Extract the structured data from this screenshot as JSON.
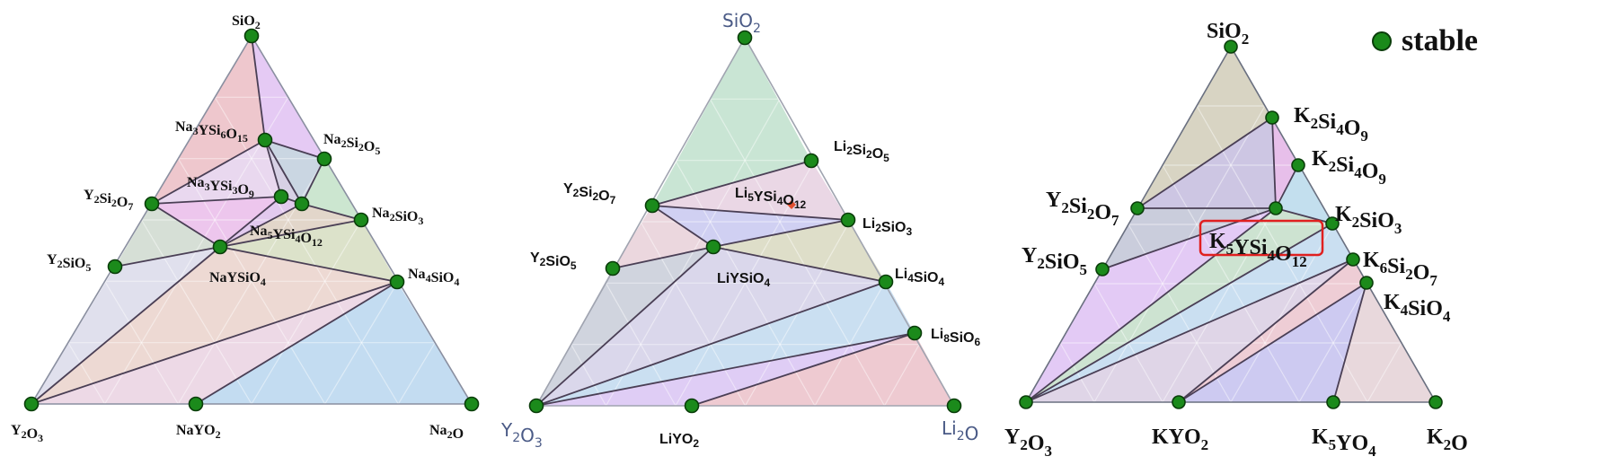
{
  "legend": {
    "label": "stable",
    "marker_color": "#1a8a1a"
  },
  "colors": {
    "edge": "#4a3f55",
    "outline": "#8a8fa0",
    "point_fill": "#1b8a1b",
    "point_stroke": "#0a3d0a",
    "highlight_box": "#e02020",
    "grid": "#ffffff"
  },
  "diagrams": [
    {
      "id": "Na",
      "label_style": "bold",
      "points": [
        {
          "id": "SiO2",
          "label": "SiO₂"
        },
        {
          "id": "Y2O3",
          "label": "Y₂O₃"
        },
        {
          "id": "Na2O",
          "label": "Na₂O"
        },
        {
          "id": "Na2Si2O5",
          "label": "Na₂Si₂O₅"
        },
        {
          "id": "Na2SiO3",
          "label": "Na₂SiO₃"
        },
        {
          "id": "Na4SiO4",
          "label": "Na₄SiO₄"
        },
        {
          "id": "Y2Si2O7",
          "label": "Y₂Si₂O₇"
        },
        {
          "id": "Y2SiO5",
          "label": "Y₂SiO₅"
        },
        {
          "id": "NaYO2",
          "label": "NaYO₂"
        },
        {
          "id": "Na3YSi6O15",
          "label": "Na₃YSi₆O₁₅"
        },
        {
          "id": "Na3YSi3O9",
          "label": "Na₃YSi₃O₉"
        },
        {
          "id": "Na5YSi4O12",
          "label": "Na₅YSi₄O₁₂"
        },
        {
          "id": "NaYSiO4",
          "label": "NaYSiO₄"
        }
      ]
    },
    {
      "id": "Li",
      "label_style": "bold",
      "points": [
        {
          "id": "SiO2",
          "label": "SiO₂"
        },
        {
          "id": "Y2O3",
          "label": "Y₂O₃"
        },
        {
          "id": "Li2O",
          "label": "Li₂O"
        },
        {
          "id": "Li2Si2O5",
          "label": "Li₂Si₂O₅"
        },
        {
          "id": "Li2SiO3",
          "label": "Li₂SiO₃"
        },
        {
          "id": "Li4SiO4",
          "label": "Li₄SiO₄"
        },
        {
          "id": "Li8SiO6",
          "label": "Li₈SiO₆"
        },
        {
          "id": "Y2Si2O7",
          "label": "Y₂Si₂O₇"
        },
        {
          "id": "Y2SiO5",
          "label": "Y₂SiO₅"
        },
        {
          "id": "LiYO2",
          "label": "LiYO₂"
        },
        {
          "id": "LiYSiO4",
          "label": "LiYSiO₄"
        },
        {
          "id": "Li5YSi4O12",
          "label": "Li₅YSi₄O₁₂",
          "unstable": true
        }
      ]
    },
    {
      "id": "K",
      "label_style": "bold",
      "points": [
        {
          "id": "SiO2",
          "label": "SiO₂"
        },
        {
          "id": "Y2O3",
          "label": "Y₂O₃"
        },
        {
          "id": "K2O",
          "label": "K₂O"
        },
        {
          "id": "K2Si4O9a",
          "label": "K₂Si₄O₉"
        },
        {
          "id": "K2Si4O9b",
          "label": "K₂Si₄O₉"
        },
        {
          "id": "K2SiO3",
          "label": "K₂SiO₃"
        },
        {
          "id": "K6Si2O7",
          "label": "K₆Si₂O₇"
        },
        {
          "id": "K4SiO4",
          "label": "K₄SiO₄"
        },
        {
          "id": "Y2Si2O7",
          "label": "Y₂Si₂O₇"
        },
        {
          "id": "Y2SiO5",
          "label": "Y₂SiO₅"
        },
        {
          "id": "KYO2",
          "label": "KYO₂"
        },
        {
          "id": "K5YO4",
          "label": "K₅YO₄"
        },
        {
          "id": "K5YSi4O12",
          "label": "K₅YSi₄O₁₂",
          "highlighted": true
        }
      ]
    }
  ]
}
